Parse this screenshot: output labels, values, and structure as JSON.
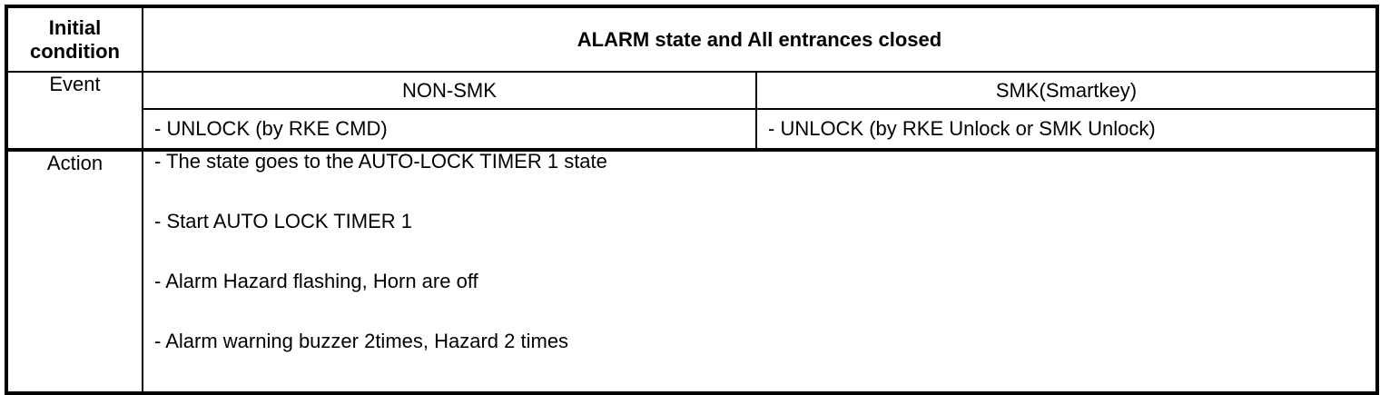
{
  "table": {
    "initial_condition_label": "Initial condition",
    "initial_condition_value": "ALARM state and All entrances closed",
    "event_label": "Event",
    "columns": [
      {
        "header": "NON-SMK",
        "event": "- UNLOCK (by RKE CMD)"
      },
      {
        "header": "SMK(Smartkey)",
        "event": "- UNLOCK (by RKE Unlock or SMK Unlock)"
      }
    ],
    "action_label": "Action",
    "actions": [
      "- The state goes to the AUTO-LOCK TIMER 1 state",
      "- Start AUTO LOCK TIMER 1",
      "- Alarm Hazard flashing, Horn are off",
      "- Alarm warning buzzer 2times, Hazard 2 times"
    ],
    "colors": {
      "border": "#000000",
      "text": "#000000",
      "background": "#ffffff"
    }
  }
}
